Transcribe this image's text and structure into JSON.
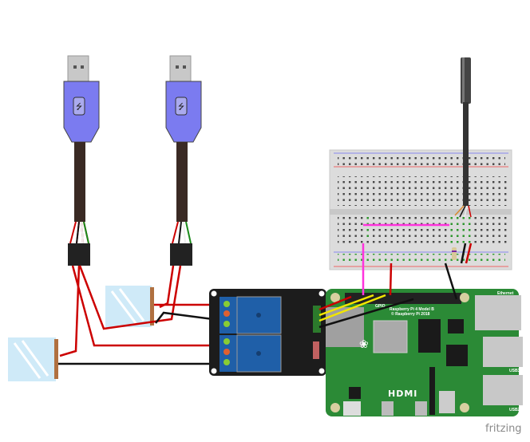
{
  "diagram": {
    "tool_logo": "fritzing",
    "raspberry_pi": {
      "model_text": "Raspberry Pi 4 Model B",
      "copyright_text": "© Raspberry Pi 2018",
      "hdmi_label": "HDMI",
      "ethernet_label": "Ethernet",
      "usb3_label": "USB3",
      "usb2_label": "USB2",
      "gpio_label": "GPIO"
    },
    "colors": {
      "pcb_green": "#2b8a36",
      "relay_blue": "#1f5fa8",
      "usb_purple": "#7b7bf0",
      "wire_red": "#cc0000",
      "wire_yellow": "#f2e600",
      "wire_magenta": "#ff33dd",
      "wire_black": "#1a1a1a"
    }
  }
}
